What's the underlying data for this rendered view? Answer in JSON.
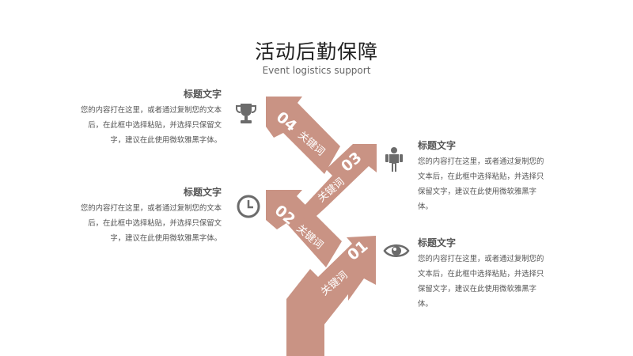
{
  "header": {
    "title": "活动后勤保障",
    "subtitle": "Event logistics support"
  },
  "colors": {
    "arrow": "#c99384",
    "icon": "#6b6b6b",
    "text": "#555555"
  },
  "steps": [
    {
      "number": "01",
      "keyword": "关键词"
    },
    {
      "number": "02",
      "keyword": "关键词"
    },
    {
      "number": "03",
      "keyword": "关键词"
    },
    {
      "number": "04",
      "keyword": "关键词"
    }
  ],
  "blocks": [
    {
      "title": "标题文字",
      "body": "您的内容打在这里，或者通过复制您的文本后，在此框中选择粘贴，并选择只保留文字，建议在此使用微软雅黑字体。",
      "icon": "trophy-icon"
    },
    {
      "title": "标题文字",
      "body": "您的内容打在这里，或者通过复制您的文本后，在此框中选择粘贴，并选择只保留文字，建议在此使用微软雅黑字体。",
      "icon": "clock-icon"
    },
    {
      "title": "标题文字",
      "body": "您的内容打在这里，或者通过复制您的文本后，在此框中选择粘贴，并选择只保留文字，建议在此使用微软雅黑字体。",
      "icon": "person-icon"
    },
    {
      "title": "标题文字",
      "body": "您的内容打在这里，或者通过复制您的文本后，在此框中选择粘贴，并选择只保留文字，建议在此使用微软雅黑字体。",
      "icon": "eye-icon"
    }
  ]
}
